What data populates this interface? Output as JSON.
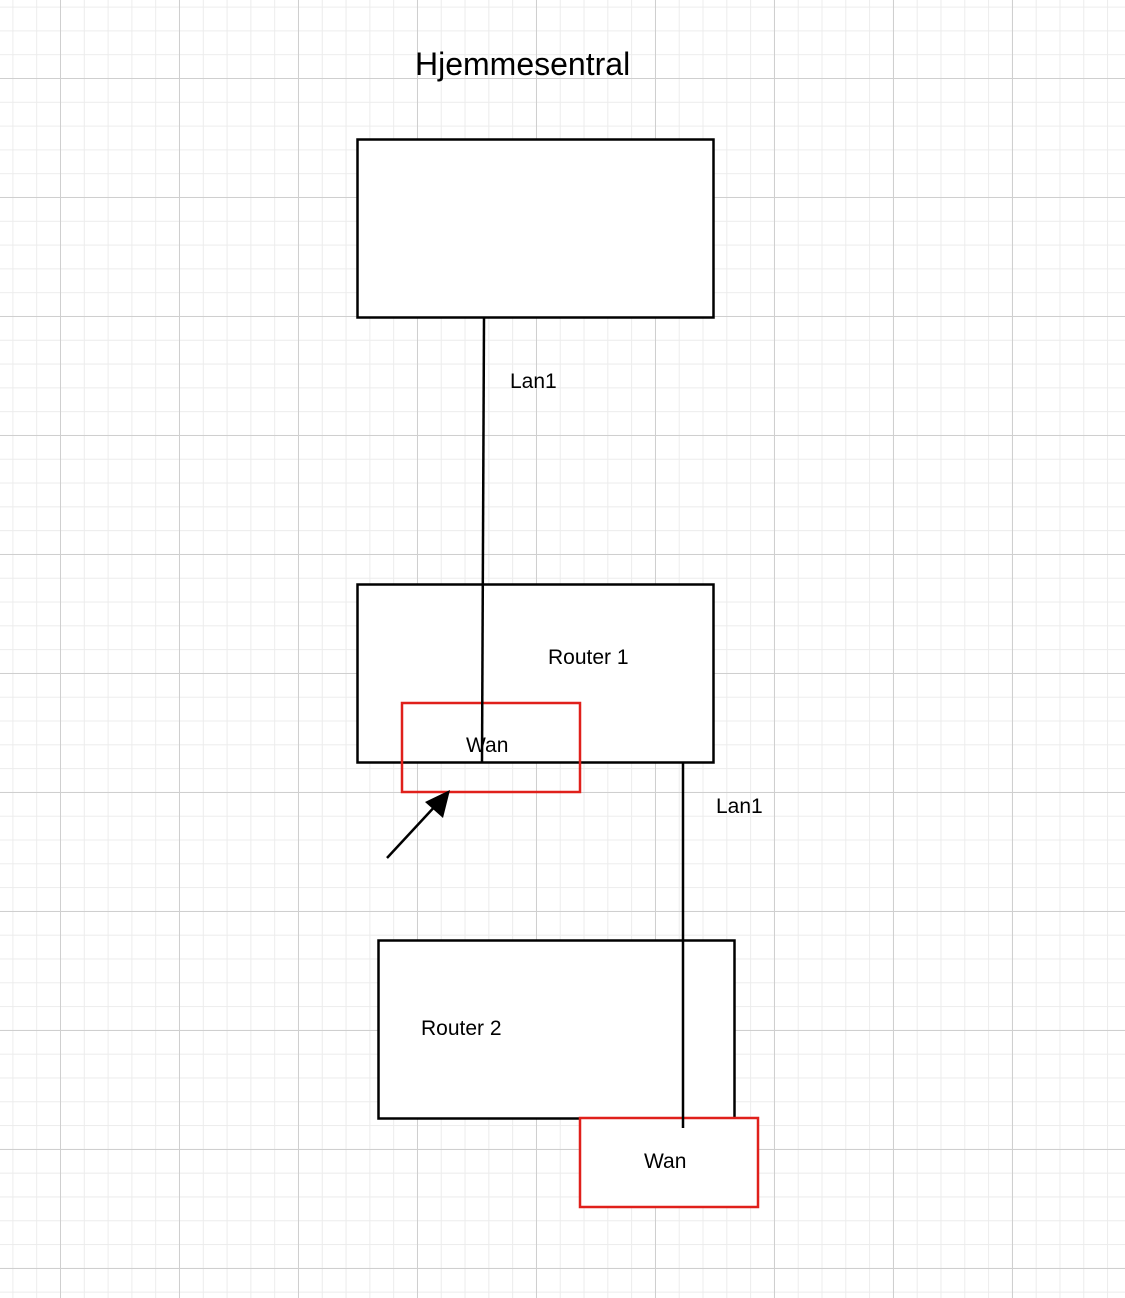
{
  "title": "Hjemmesentral",
  "links": {
    "top": "Lan1",
    "bottom": "Lan1"
  },
  "routers": {
    "router1": {
      "label": "Router 1",
      "wan": "Wan"
    },
    "router2": {
      "label": "Router 2",
      "wan": "Wan"
    }
  },
  "colors": {
    "line": "#000000",
    "highlight": "#e0201b",
    "grid_major": "#cfcfcf",
    "grid_minor": "#ececec"
  }
}
